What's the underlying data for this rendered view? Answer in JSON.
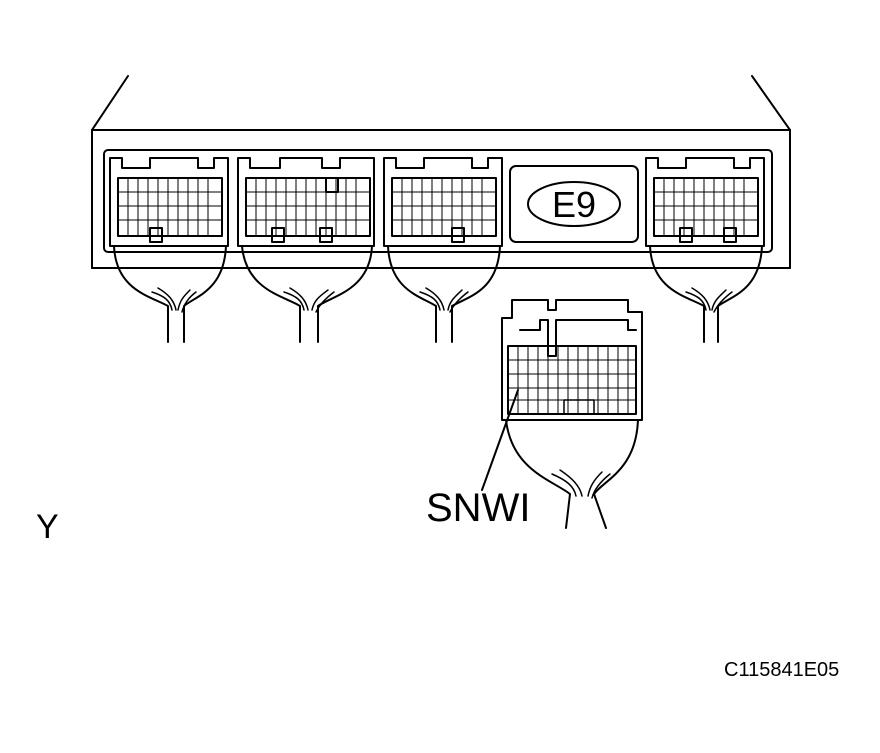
{
  "diagram": {
    "ecu_label": "E9",
    "connector_code": "SNWI",
    "view_letter": "Y",
    "figure_id": "C115841E05"
  }
}
